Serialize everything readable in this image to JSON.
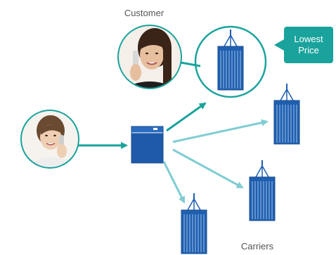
{
  "labels": {
    "customer": "Customer",
    "carriers": "Carriers",
    "callout_line1": "Lowest",
    "callout_line2": "Price"
  },
  "colors": {
    "teal": "#1aa39c",
    "arrow_light": "#7fcdd3",
    "building": "#1f5fb0",
    "switch": "#1e5aa8"
  },
  "icons": [
    "customer-photo",
    "caller-photo",
    "pbx-switch-icon",
    "carrier-building-icon",
    "arrow-icon"
  ]
}
